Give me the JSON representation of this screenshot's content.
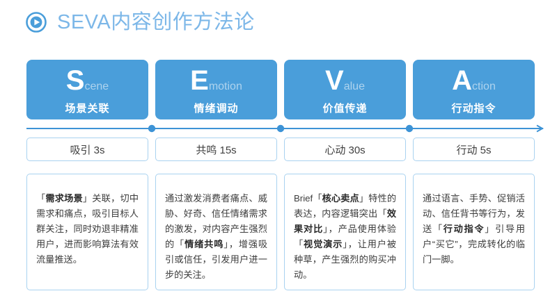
{
  "header": {
    "icon": "play-circle-icon",
    "title": "SEVA内容创作方法论",
    "title_color": "#7cb7e8"
  },
  "theme": {
    "card_blue": "#4a9eda",
    "border_blue": "#a9d2f0",
    "line_blue": "#3d93d6"
  },
  "columns": [
    {
      "letter": "S",
      "letter_rest": "cene",
      "card_label": "场景关联",
      "stage_label": "吸引 3s",
      "body_html": "「<b>需求场景</b>」关联，切中需求和痛点，吸引目标人群关注，同时劝退非精准用户，进而影响算法有效流量推送。",
      "body_text": "「需求场景」关联，切中需求和痛点，吸引目标人群关注，同时劝退非精准用户，进而影响算法有效流量推送。"
    },
    {
      "letter": "E",
      "letter_rest": "motion",
      "card_label": "情绪调动",
      "stage_label": "共鸣 15s",
      "body_html": "通过激发消费者痛点、威胁、好奇、信任情绪需求的激发，对内容产生强烈的「<b>情绪共鸣</b>」，增强吸引或信任，引发用户进一步的关注。",
      "body_text": "通过激发消费者痛点、威胁、好奇、信任情绪需求的激发，对内容产生强烈的「情绪共鸣」，增强吸引或信任，引发用户进一步的关注。"
    },
    {
      "letter": "V",
      "letter_rest": "alue",
      "card_label": "价值传递",
      "stage_label": "心动 30s",
      "body_html": "Brief「<b>核心卖点</b>」特性的表达，内容逻辑突出「<b>效果对比</b>」，产品使用体验「<b>视觉演示</b>」，让用户被种草，产生强烈的购买冲动。",
      "body_text": "Brief「核心卖点」特性的表达，内容逻辑突出「效果对比」，产品使用体验「视觉演示」，让用户被种草，产生强烈的购买冲动。"
    },
    {
      "letter": "A",
      "letter_rest": "ction",
      "card_label": "行动指令",
      "stage_label": "行动 5s",
      "body_html": "通过语言、手势、促销活动、信任背书等行为，发送「<b>行动指令</b>」引导用户“买它”，完成转化的临门一脚。",
      "body_text": "通过语言、手势、促销活动、信任背书等行为，发送「行动指令」引导用户“买它”，完成转化的临门一脚。"
    }
  ]
}
